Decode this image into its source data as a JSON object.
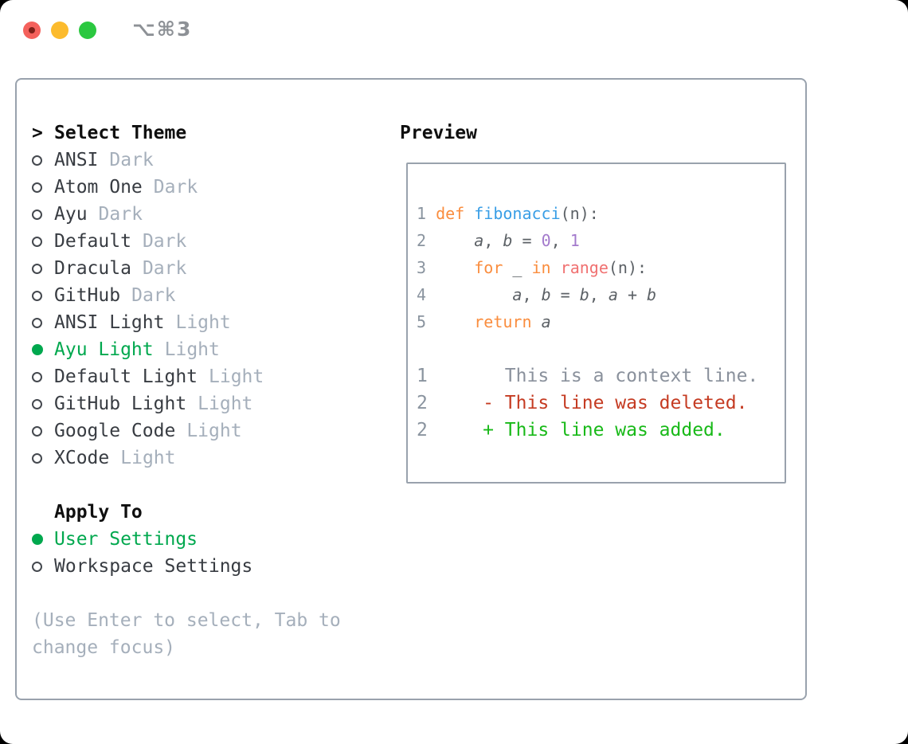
{
  "titlebar": {
    "title": "⌥⌘3"
  },
  "theme_panel": {
    "pointer": ">",
    "heading": "Select Theme",
    "themes": [
      {
        "name": "ANSI",
        "variant": "Dark",
        "selected": false
      },
      {
        "name": "Atom One",
        "variant": "Dark",
        "selected": false
      },
      {
        "name": "Ayu",
        "variant": "Dark",
        "selected": false
      },
      {
        "name": "Default",
        "variant": "Dark",
        "selected": false
      },
      {
        "name": "Dracula",
        "variant": "Dark",
        "selected": false
      },
      {
        "name": "GitHub",
        "variant": "Dark",
        "selected": false
      },
      {
        "name": "ANSI Light",
        "variant": "Light",
        "selected": false
      },
      {
        "name": "Ayu Light",
        "variant": "Light",
        "selected": true
      },
      {
        "name": "Default Light",
        "variant": "Light",
        "selected": false
      },
      {
        "name": "GitHub Light",
        "variant": "Light",
        "selected": false
      },
      {
        "name": "Google Code",
        "variant": "Light",
        "selected": false
      },
      {
        "name": "XCode",
        "variant": "Light",
        "selected": false
      }
    ],
    "apply_to": {
      "heading": "Apply To",
      "options": [
        {
          "label": "User Settings",
          "selected": true
        },
        {
          "label": "Workspace Settings",
          "selected": false
        }
      ]
    },
    "help_text": "(Use Enter to select, Tab to change focus)"
  },
  "preview": {
    "heading": "Preview",
    "code_lines": [
      [
        {
          "t": "1",
          "c": "num"
        },
        {
          "t": " ",
          "c": "fg"
        },
        {
          "t": "def ",
          "c": "kw"
        },
        {
          "t": "fibonacci",
          "c": "fn"
        },
        {
          "t": "(n):",
          "c": "fg"
        }
      ],
      [
        {
          "t": "2",
          "c": "num"
        },
        {
          "t": "     ",
          "c": "fg"
        },
        {
          "t": "a",
          "c": "var"
        },
        {
          "t": ", ",
          "c": "fg"
        },
        {
          "t": "b",
          "c": "var"
        },
        {
          "t": " = ",
          "c": "fg"
        },
        {
          "t": "0",
          "c": "numlit"
        },
        {
          "t": ", ",
          "c": "fg"
        },
        {
          "t": "1",
          "c": "numlit"
        }
      ],
      [
        {
          "t": "3",
          "c": "num"
        },
        {
          "t": "     ",
          "c": "fg"
        },
        {
          "t": "for",
          "c": "kw"
        },
        {
          "t": " _ ",
          "c": "fg"
        },
        {
          "t": "in",
          "c": "kw"
        },
        {
          "t": " ",
          "c": "fg"
        },
        {
          "t": "range",
          "c": "special"
        },
        {
          "t": "(n):",
          "c": "fg"
        }
      ],
      [
        {
          "t": "4",
          "c": "num"
        },
        {
          "t": "         ",
          "c": "fg"
        },
        {
          "t": "a",
          "c": "var"
        },
        {
          "t": ", ",
          "c": "fg"
        },
        {
          "t": "b",
          "c": "var"
        },
        {
          "t": " = ",
          "c": "fg"
        },
        {
          "t": "b",
          "c": "var"
        },
        {
          "t": ", ",
          "c": "fg"
        },
        {
          "t": "a",
          "c": "var"
        },
        {
          "t": " + ",
          "c": "fg"
        },
        {
          "t": "b",
          "c": "var"
        }
      ],
      [
        {
          "t": "5",
          "c": "num"
        },
        {
          "t": "     ",
          "c": "fg"
        },
        {
          "t": "return",
          "c": "kw"
        },
        {
          "t": " ",
          "c": "fg"
        },
        {
          "t": "a",
          "c": "var"
        }
      ]
    ],
    "diff_lines": [
      [
        {
          "t": "1",
          "c": "num"
        },
        {
          "t": "       ",
          "c": "fg"
        },
        {
          "t": "This is a context line.",
          "c": "ctx"
        }
      ],
      [
        {
          "t": "2",
          "c": "num"
        },
        {
          "t": "     ",
          "c": "fg"
        },
        {
          "t": "- This line was deleted.",
          "c": "removed"
        }
      ],
      [
        {
          "t": "2",
          "c": "num"
        },
        {
          "t": "     ",
          "c": "fg"
        },
        {
          "t": "+ This line was added.",
          "c": "added"
        }
      ]
    ]
  },
  "colors": {
    "accent_green": "#00a84e",
    "panel_border": "#99a2ad",
    "dark_text": "#383c42",
    "muted_text": "#a5afbb",
    "syntax": {
      "keyword": "#fa8d3e",
      "function": "#399ee6",
      "number": "#a37acc",
      "builtin": "#f07171",
      "foreground": "#5c6166",
      "line_number": "#8a949f"
    },
    "diff": {
      "context": "#8a919c",
      "removed": "#c53b22",
      "added": "#18b918"
    },
    "traffic_lights": {
      "close": "#f4615c",
      "minimize": "#fcbb2d",
      "zoom": "#2bc840"
    }
  }
}
